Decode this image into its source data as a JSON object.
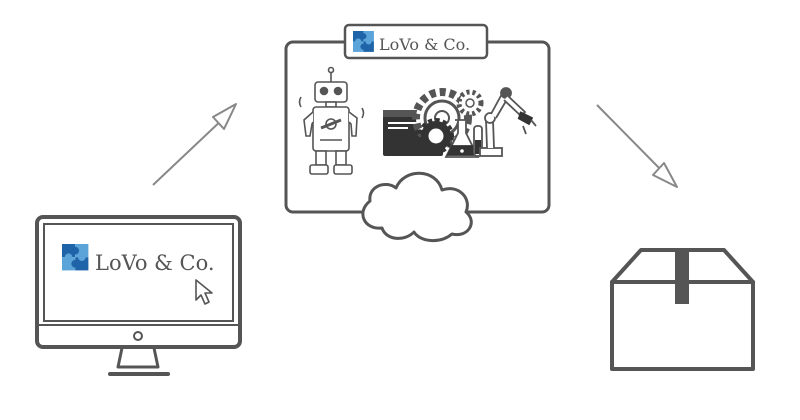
{
  "brand": {
    "name": "LoVo & Co.",
    "colors": {
      "primary": "#1f63a8",
      "secondary": "#5aa4da",
      "text": "#555555",
      "stroke": "#555555",
      "arrow": "#888888"
    }
  },
  "nodes": {
    "client": {
      "device_icon": "desktop-monitor-icon",
      "cursor_icon": "mouse-pointer-icon",
      "screen_logo_text": "LoVo & Co."
    },
    "cloud_platform": {
      "badge_logo_text": "LoVo & Co.",
      "icons": [
        "robot-icon",
        "browser-window-icon",
        "gears-icon",
        "lab-flask-icon",
        "robotic-arm-icon",
        "cloud-icon"
      ]
    },
    "delivery": {
      "box_icon": "package-box-icon"
    }
  },
  "flow": [
    {
      "from": "client",
      "to": "cloud_platform",
      "icon": "arrow-up-right-icon"
    },
    {
      "from": "cloud_platform",
      "to": "delivery",
      "icon": "arrow-down-right-icon"
    }
  ]
}
